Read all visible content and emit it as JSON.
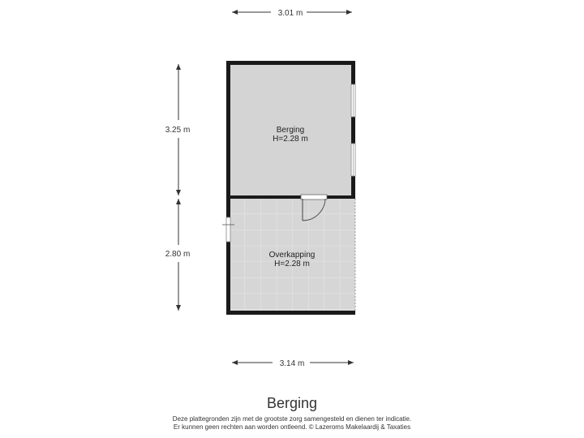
{
  "dimensions": {
    "top_width": "3.01 m",
    "left_upper_height": "3.25 m",
    "left_lower_height": "2.80 m",
    "bottom_width": "3.14 m"
  },
  "rooms": [
    {
      "name": "Berging",
      "height": "H=2.28 m"
    },
    {
      "name": "Overkapping",
      "height": "H=2.28 m"
    }
  ],
  "footer": {
    "title": "Berging",
    "disclaimer_line1": "Deze plattegronden zijn met de grootste zorg samengesteld en dienen ter indicatie.",
    "disclaimer_line2": "Er kunnen geen rechten aan worden ontleend. © Lazeroms Makelaardij & Taxaties"
  },
  "colors": {
    "wall": "#1a1a1a",
    "room_fill": "#d4d4d4",
    "tile_fill": "#d8d8d8",
    "tile_line": "#e6e6e6"
  }
}
